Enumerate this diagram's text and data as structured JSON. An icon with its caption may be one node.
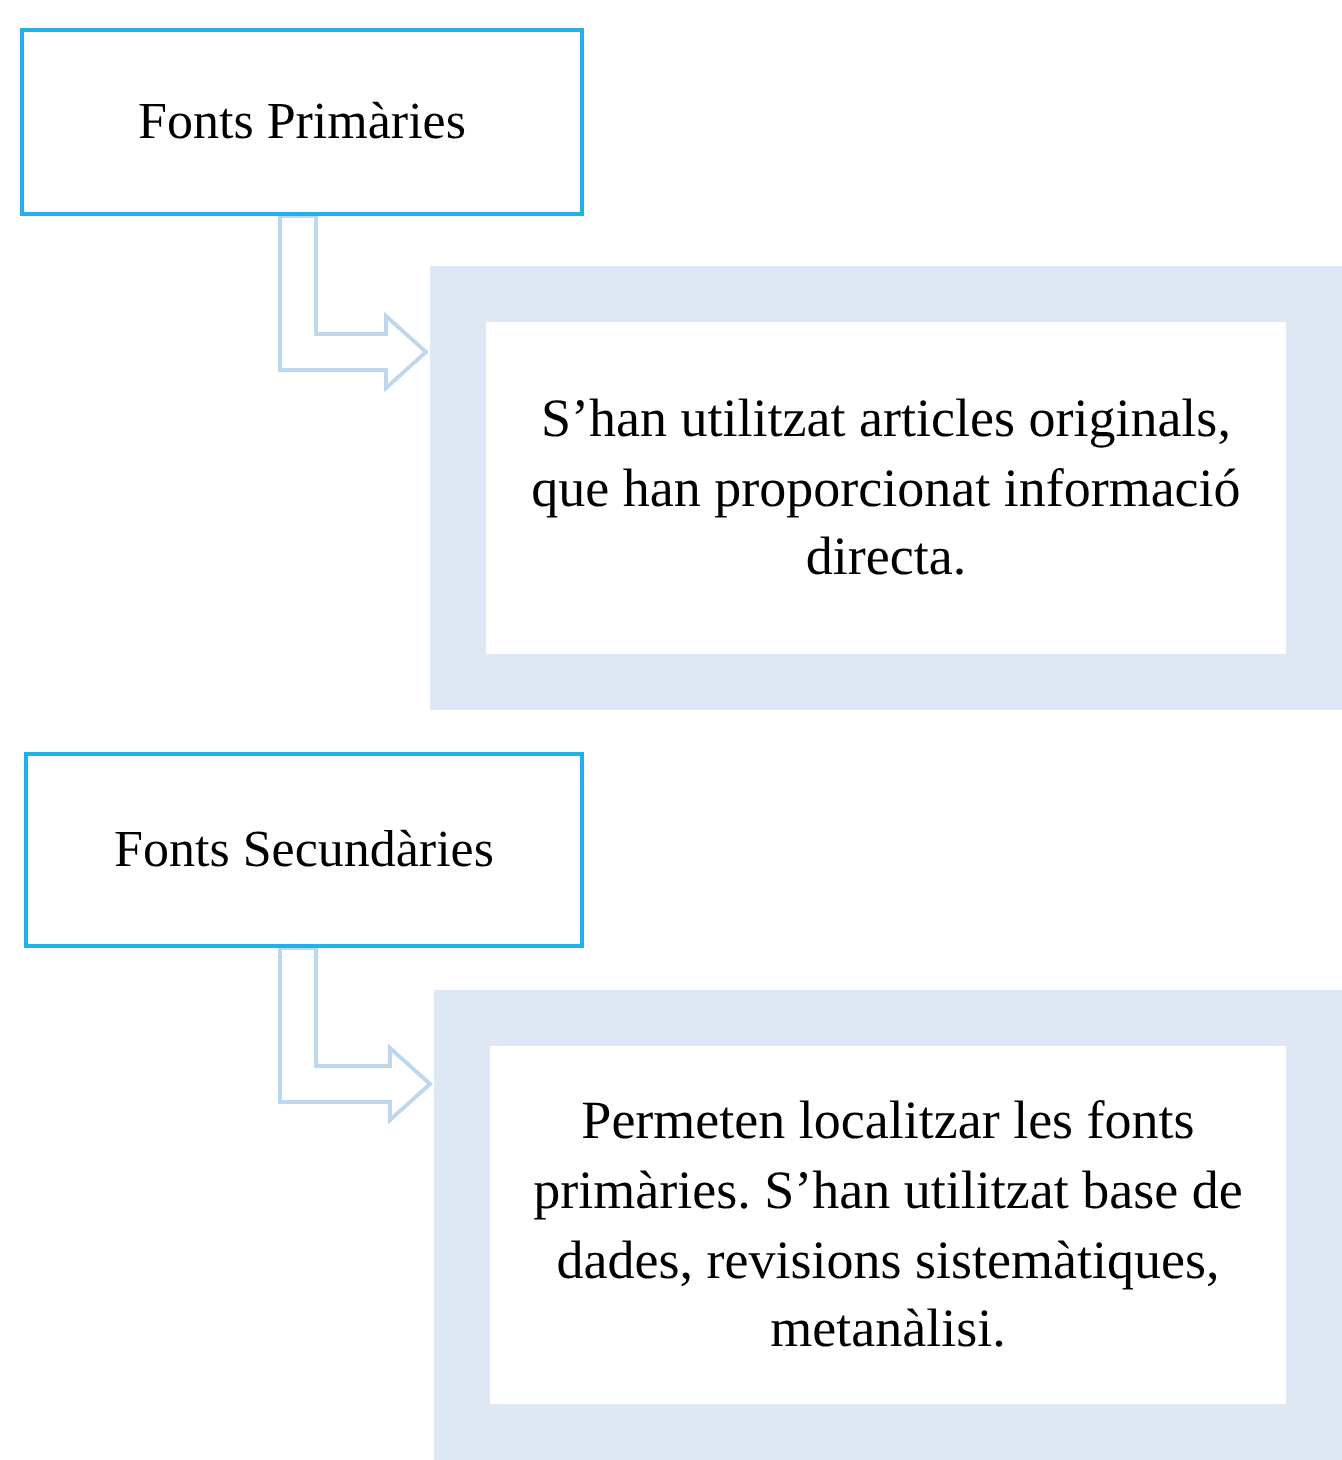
{
  "diagram": {
    "nodes": [
      {
        "text": [
          "Fonts Primàries"
        ]
      },
      {
        "text": [
          "S’han utilitzat articles originals, que han proporcionat informació directa."
        ]
      },
      {
        "text": [
          "Fonts Secundàries"
        ]
      },
      {
        "text": [
          "Permeten localitzar les fonts primàries. S’han utilitzat base de dades, revisions sistemàtiques, metanàlisi."
        ]
      }
    ],
    "edges": [
      {
        "from": 0,
        "to": 1,
        "arrow": "to"
      },
      {
        "from": 2,
        "to": 3,
        "arrow": "to"
      }
    ]
  }
}
